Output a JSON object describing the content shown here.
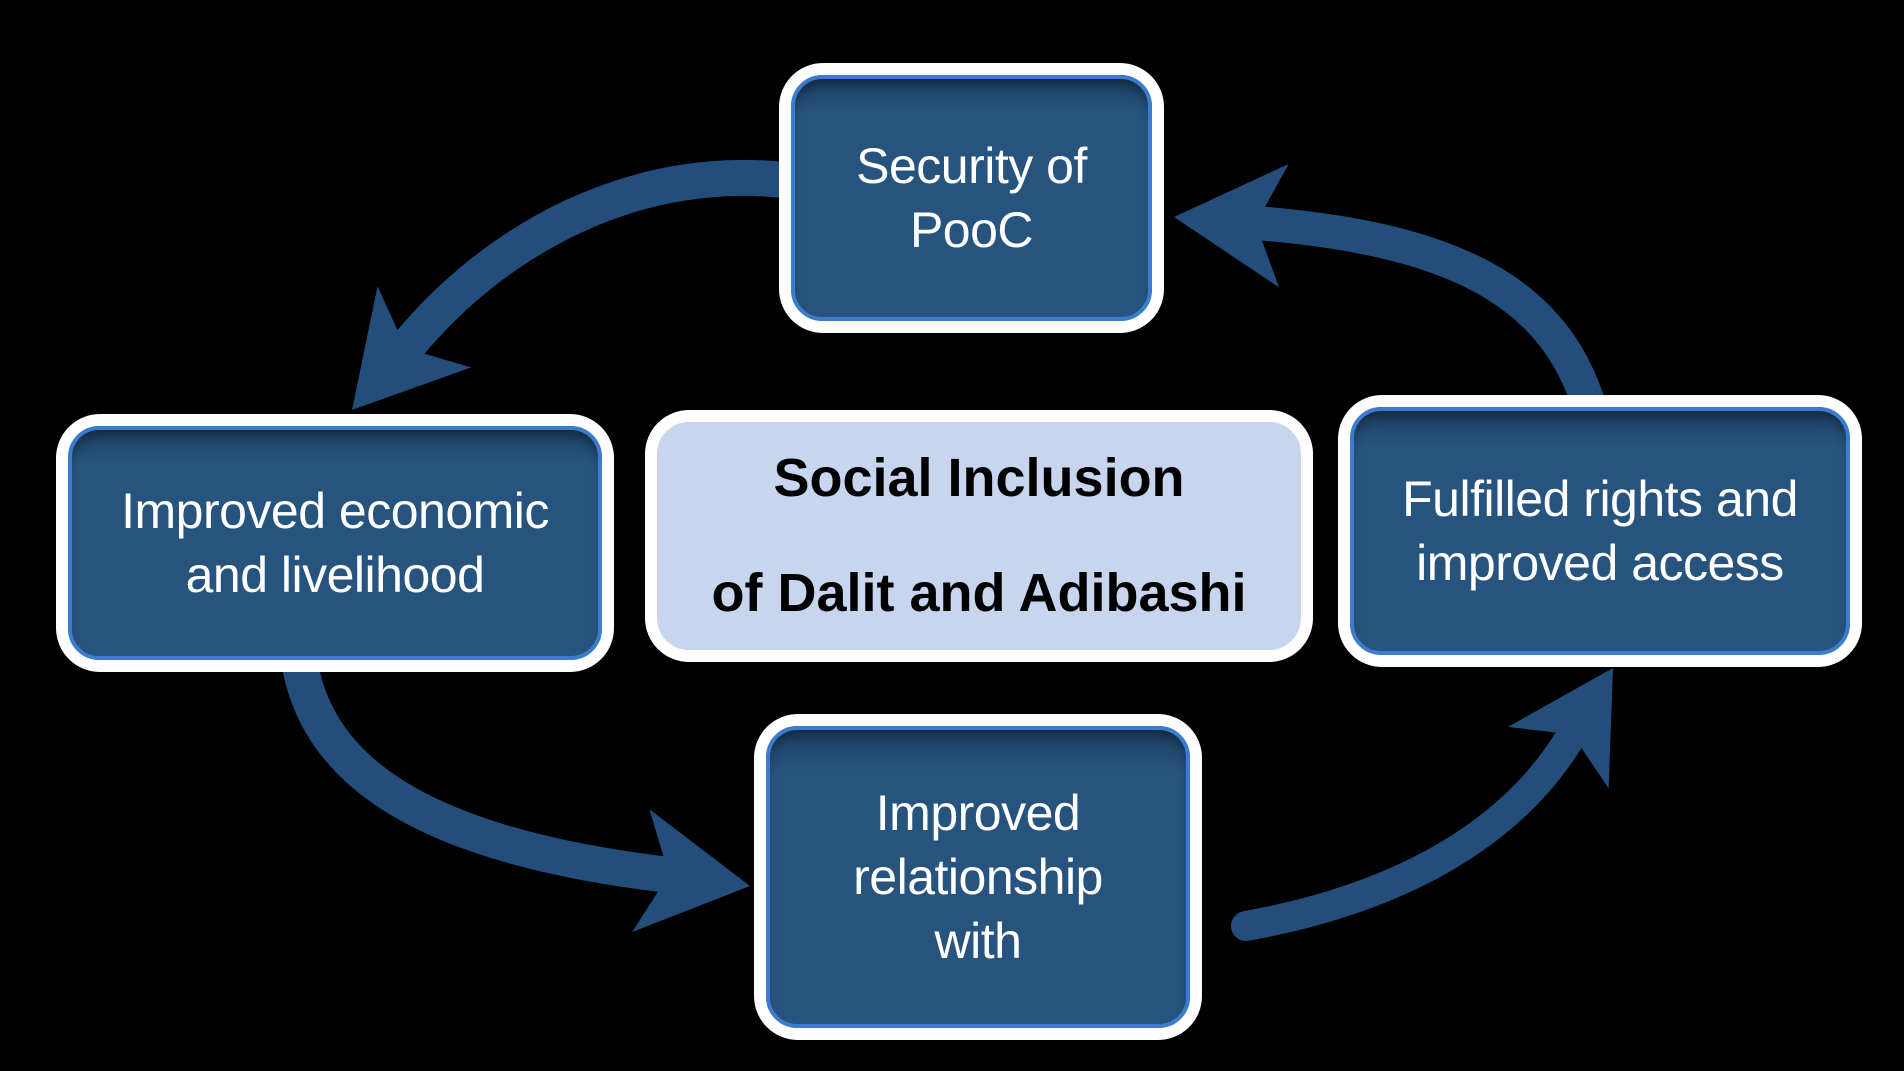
{
  "diagram": {
    "type": "cycle",
    "background_color": "#000000",
    "center": {
      "label": "Social Inclusion of Dalit and Adibashi",
      "lines": [
        "Social Inclusion",
        "of Dalit and Adibashi"
      ]
    },
    "nodes": {
      "top": {
        "label": "Security of PooC",
        "lines": [
          "Security of",
          "PooC"
        ]
      },
      "right": {
        "label": "Fulfilled rights and improved access",
        "lines": [
          "Fulfilled rights and",
          "improved access"
        ]
      },
      "bottom": {
        "label": "Improved relationship with",
        "lines": [
          "Improved",
          "relationship",
          "with"
        ]
      },
      "left": {
        "label": "Improved economic and livelihood",
        "lines": [
          "Improved economic",
          "and livelihood"
        ]
      }
    },
    "flow": [
      {
        "from": "bottom",
        "to": "right"
      },
      {
        "from": "right",
        "to": "top"
      },
      {
        "from": "top",
        "to": "left"
      },
      {
        "from": "left",
        "to": "bottom"
      }
    ],
    "colors": {
      "background": "#000000",
      "node_fill": "#27547f",
      "node_fill_dark": "#1c3f63",
      "node_ring": "#3c7cce",
      "node_border": "#ffffff",
      "node_text": "#ffffff",
      "center_fill": "#c7d5ee",
      "center_text": "#000000",
      "arrow": "#234e7c"
    }
  }
}
